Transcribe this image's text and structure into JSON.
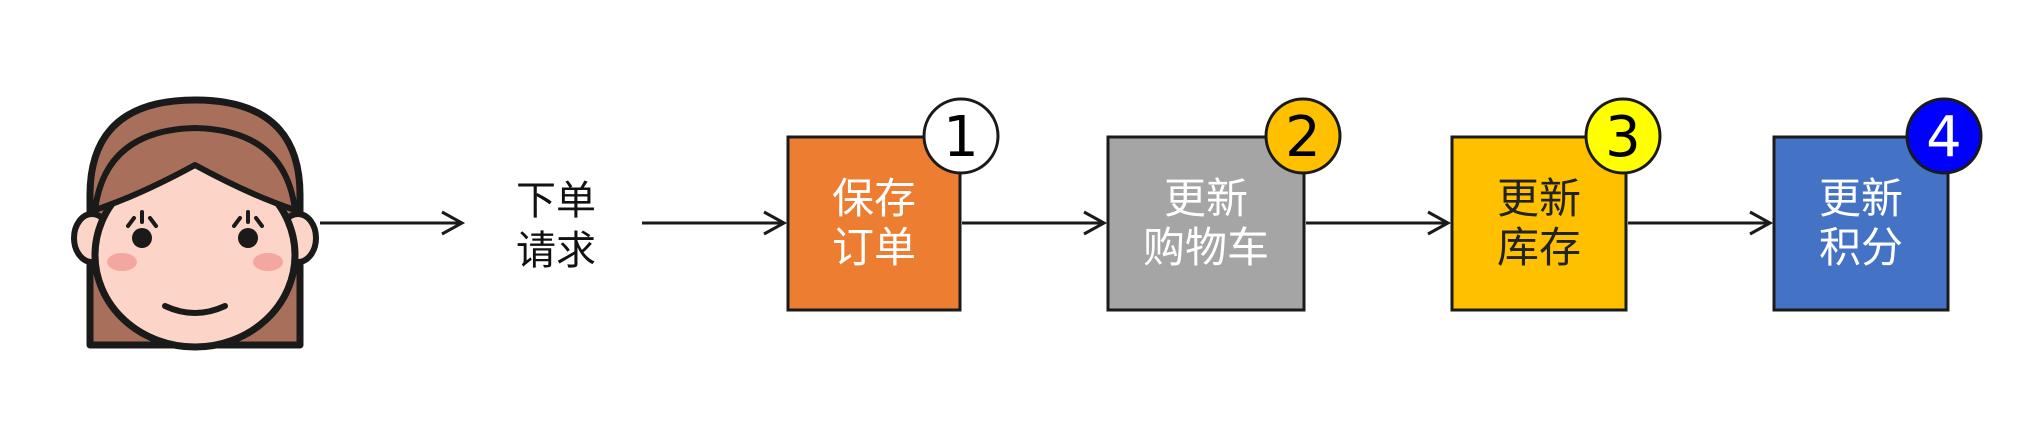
{
  "request": {
    "line1": "下单",
    "line2": "请求"
  },
  "steps": [
    {
      "line1": "保存",
      "line2": "订单",
      "number": "1",
      "box_color": "#ED7D31",
      "text_color": "#FFFFFF",
      "badge_color": "#FFFFFF",
      "badge_text_color": "#000000"
    },
    {
      "line1": "更新",
      "line2": "购物车",
      "number": "2",
      "box_color": "#A5A5A5",
      "text_color": "#FFFFFF",
      "badge_color": "#FFC000",
      "badge_text_color": "#000000"
    },
    {
      "line1": "更新",
      "line2": "库存",
      "number": "3",
      "box_color": "#FFC000",
      "text_color": "#222222",
      "badge_color": "#FFFF00",
      "badge_text_color": "#000000"
    },
    {
      "line1": "更新",
      "line2": "积分",
      "number": "4",
      "box_color": "#4472C4",
      "text_color": "#FFFFFF",
      "badge_color": "#0000FF",
      "badge_text_color": "#FFFFFF"
    }
  ],
  "icons": {
    "user": "girl-avatar-icon",
    "arrow": "arrow-right-icon"
  },
  "colors": {
    "hair": "#A8705A",
    "skin": "#FDD5C8",
    "cheek": "#F4A6A0",
    "outline": "#1A1A1A"
  }
}
